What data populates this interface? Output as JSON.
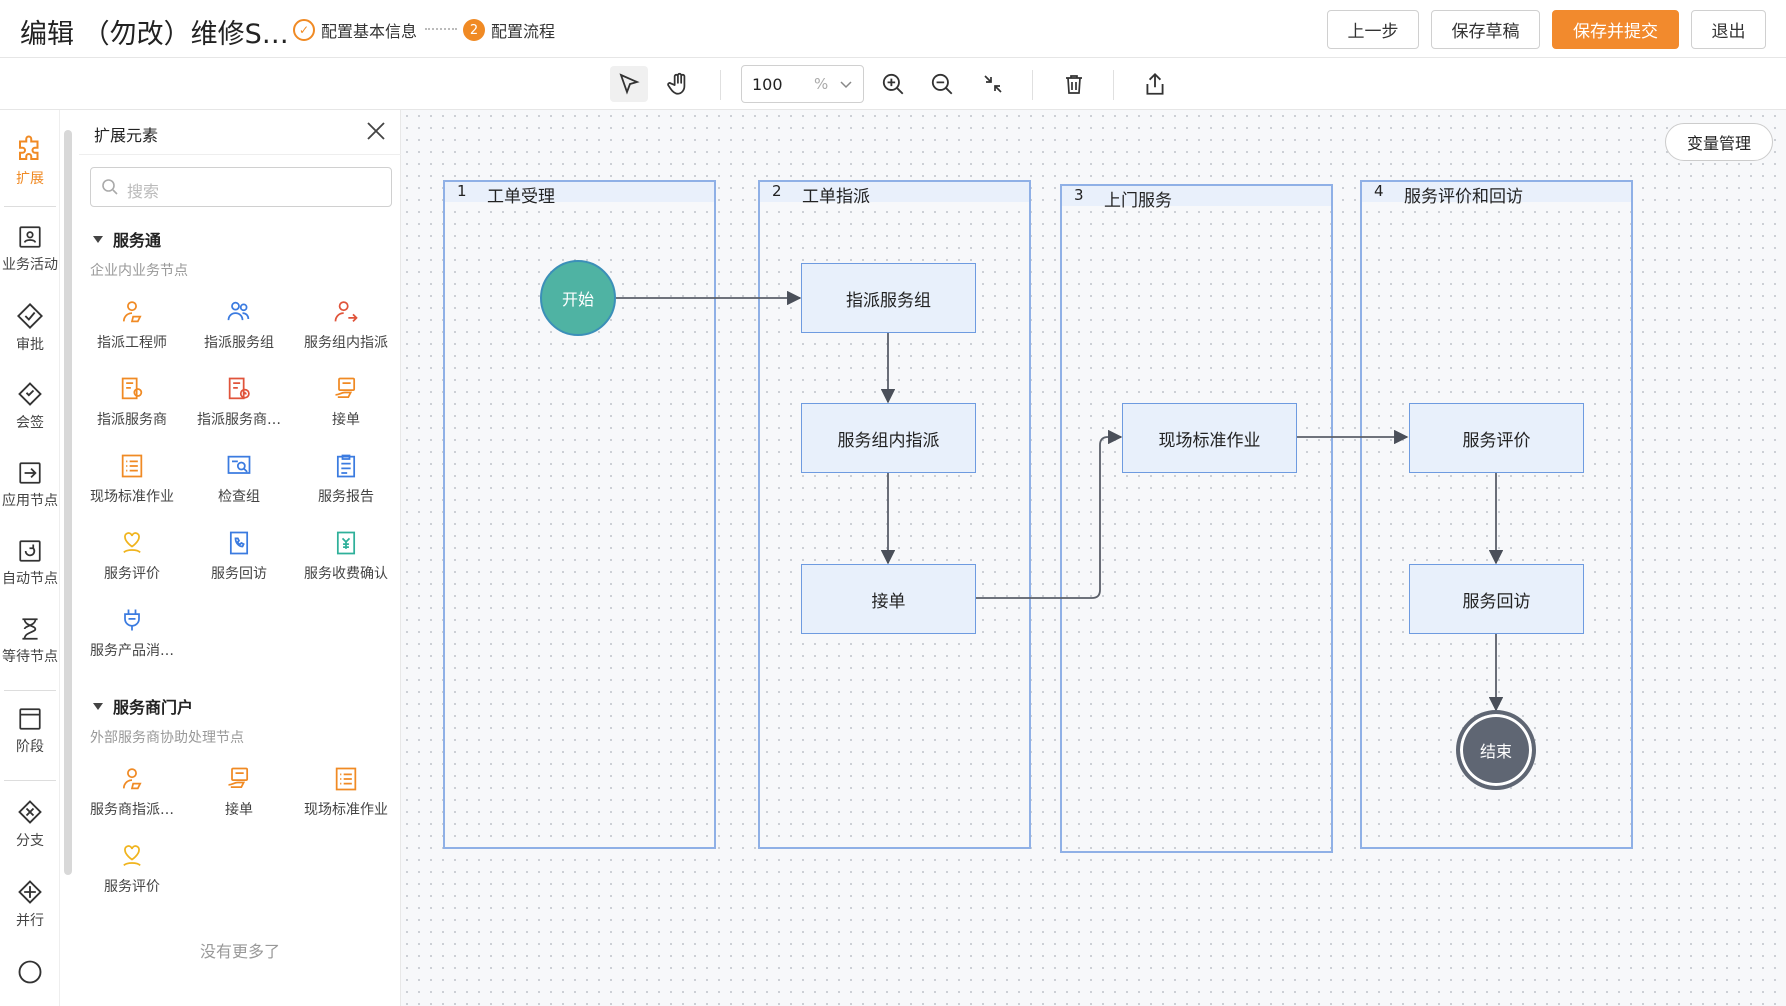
{
  "header": {
    "title": "编辑 （勿改）维修S…",
    "steps": [
      {
        "label": "配置基本信息"
      },
      {
        "number": "2",
        "label": "配置流程"
      }
    ],
    "buttons": {
      "prev": "上一步",
      "draft": "保存草稿",
      "submit": "保存并提交",
      "exit": "退出"
    },
    "accent_color": "#f28a2d"
  },
  "toolbar": {
    "zoom_value": "100",
    "zoom_unit": "%",
    "tools": [
      "select-icon",
      "hand-icon",
      "zoom-in-icon",
      "zoom-out-icon",
      "fit-icon",
      "delete-icon",
      "export-icon"
    ]
  },
  "rail": {
    "items": [
      {
        "label": "扩展",
        "icon": "puzzle-icon",
        "active": true
      },
      {
        "label": "业务活动",
        "icon": "activity-icon"
      },
      {
        "label": "审批",
        "icon": "approve-icon"
      },
      {
        "label": "会签",
        "icon": "countersign-icon"
      },
      {
        "label": "应用节点",
        "icon": "app-node-icon"
      },
      {
        "label": "自动节点",
        "icon": "auto-node-icon"
      },
      {
        "label": "等待节点",
        "icon": "hourglass-icon"
      },
      {
        "label": "阶段",
        "icon": "stage-icon"
      },
      {
        "label": "分支",
        "icon": "branch-icon"
      },
      {
        "label": "并行",
        "icon": "parallel-icon"
      }
    ]
  },
  "panel": {
    "title": "扩展元素",
    "search_placeholder": "搜索",
    "groups": [
      {
        "title": "服务通",
        "subtitle": "企业内业务节点",
        "items": [
          "指派工程师",
          "指派服务组",
          "服务组内指派",
          "指派服务商",
          "指派服务商…",
          "接单",
          "现场标准作业",
          "检查组",
          "服务报告",
          "服务评价",
          "服务回访",
          "服务收费确认",
          "服务产品消…"
        ]
      },
      {
        "title": "服务商门户",
        "subtitle": "外部服务商协助处理节点",
        "items": [
          "服务商指派…",
          "接单",
          "现场标准作业",
          "服务评价"
        ]
      }
    ],
    "no_more": "没有更多了"
  },
  "canvas": {
    "variable_button": "变量管理",
    "lanes": [
      {
        "number": "1",
        "name": "工单受理"
      },
      {
        "number": "2",
        "name": "工单指派"
      },
      {
        "number": "3",
        "name": "上门服务"
      },
      {
        "number": "4",
        "name": "服务评价和回访"
      }
    ],
    "start": "开始",
    "end": "结束",
    "nodes": [
      "指派服务组",
      "服务组内指派",
      "接单",
      "现场标准作业",
      "服务评价",
      "服务回访"
    ]
  }
}
